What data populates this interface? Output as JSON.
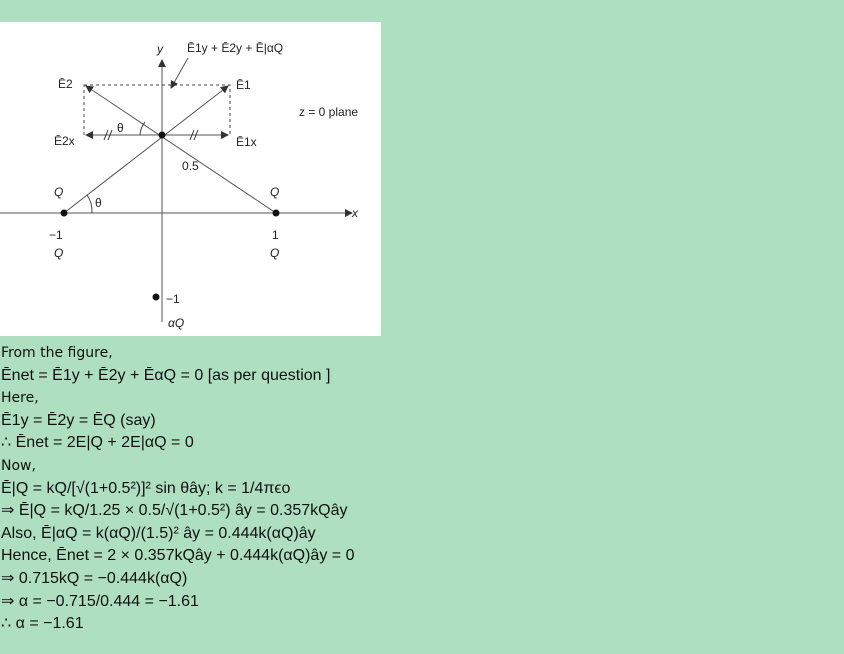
{
  "figure": {
    "y_axis_label": "y",
    "x_axis_label": "x",
    "top_vector_label": "Ē1y + Ē2y + Ē|αQ",
    "e2_label": "Ē2",
    "e1_label": "Ē1",
    "e2x_label": "Ē2x",
    "e1x_label": "Ē1x",
    "theta_upper": "θ",
    "theta_lower": "θ",
    "plane_label": "z = 0 plane",
    "distance_label": "0.5",
    "left_charge_top": "Q",
    "left_charge_coord": "−1",
    "left_charge_bottom": "Q",
    "right_charge_top": "Q",
    "right_charge_coord": "1",
    "right_charge_bottom": "Q",
    "bottom_charge_coord": "−1",
    "bottom_charge_label": "αQ"
  },
  "solution": {
    "lines": [
      {
        "style": "plain",
        "text": "From the figure,"
      },
      {
        "style": "math",
        "text": "Ēnet = Ē1y + Ē2y + ĒαQ = 0 [as per question ]"
      },
      {
        "style": "plain",
        "text": "Here,"
      },
      {
        "style": "math",
        "text": "Ē1y = Ē2y = ĒQ (say)"
      },
      {
        "style": "math",
        "text": "∴   Ēnet = 2E|Q + 2E|αQ = 0"
      },
      {
        "style": "plain",
        "text": "Now,"
      },
      {
        "style": "math",
        "text": "Ē|Q = kQ/[√(1+0.5²)]² sin θây;    k = 1/4πϵo"
      },
      {
        "style": "math",
        "text": "⇒   Ē|Q = kQ/1.25 × 0.5/√(1+0.5²) ây = 0.357kQây"
      },
      {
        "style": "math",
        "text": "Also,    Ē|αQ = k(αQ)/(1.5)² ây = 0.444k(αQ)ây"
      },
      {
        "style": "math",
        "text": "Hence,    Ēnet = 2 × 0.357kQây + 0.444k(αQ)ây = 0"
      },
      {
        "style": "math",
        "text": "⇒    0.715kQ = −0.444k(αQ)"
      },
      {
        "style": "math",
        "text": "⇒     α = −0.715/0.444 = −1.61"
      },
      {
        "style": "math",
        "text": "∴    α = −1.61"
      }
    ]
  }
}
